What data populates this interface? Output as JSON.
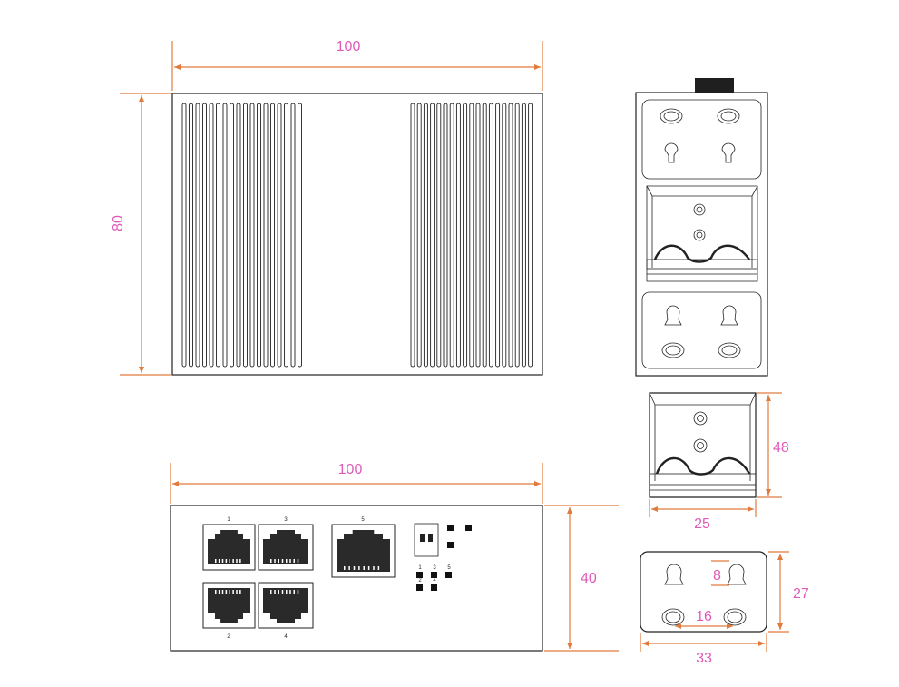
{
  "top_view": {
    "width_label": "100",
    "height_label": "80"
  },
  "front_view": {
    "width_label": "100",
    "height_label": "40",
    "port_labels": [
      "1",
      "3",
      "2",
      "4",
      "5"
    ],
    "led_labels": [
      "1",
      "2",
      "3",
      "4",
      "5"
    ]
  },
  "din_clip": {
    "height_label": "48",
    "width_label": "25"
  },
  "mount_plate": {
    "hole_label": "8",
    "spacing_label": "16",
    "height_label": "27",
    "width_label": "33"
  },
  "colors": {
    "dimension_line": "#e07b3c",
    "dimension_text": "#e05ab8",
    "outline": "#222222"
  }
}
